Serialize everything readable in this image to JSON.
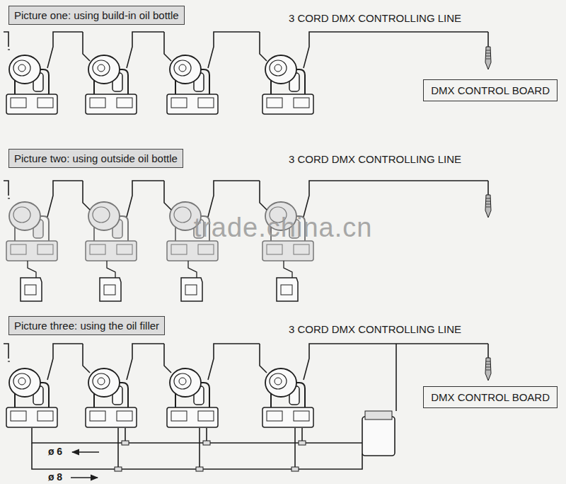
{
  "diagram": {
    "nodes": [
      {
        "text": [
          "Picture one: using build-in oil bottle"
        ]
      },
      {
        "text": [
          "DMX CONTROL BOARD"
        ]
      },
      {
        "text": [
          "Picture two: using outside oil bottle"
        ]
      },
      {
        "text": [
          "Picture three: using the oil filler"
        ]
      },
      {
        "text": [
          "DMX CONTROL BOARD"
        ]
      }
    ],
    "labels": [
      "3 CORD DMX CONTROLLING LINE",
      "3 CORD DMX CONTROLLING LINE",
      "3 CORD DMX CONTROLLING LINE",
      "trade.china.cn",
      "ø 6",
      "ø 8"
    ]
  }
}
